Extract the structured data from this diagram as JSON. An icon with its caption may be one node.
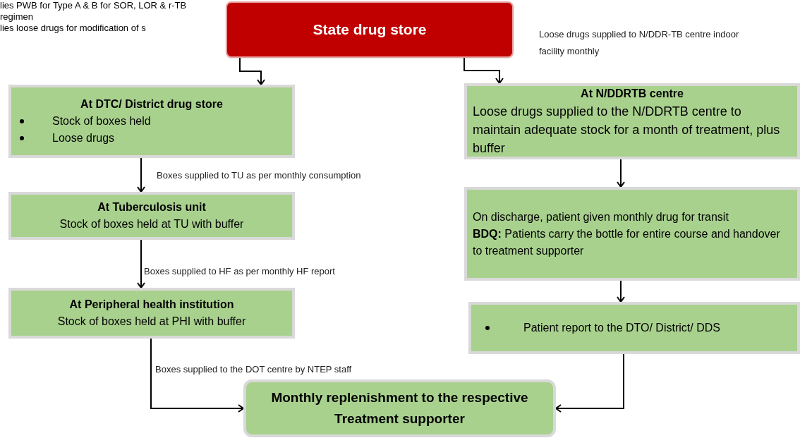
{
  "diagram": {
    "nodes": [
      {
        "text": [
          "State drug store"
        ]
      },
      {
        "text": [
          "At DTC/ District drug store",
          "Stock of  boxes held",
          "Loose drugs"
        ]
      },
      {
        "text": [
          "At Tuberculosis unit",
          "Stock of  boxes held at TU with buffer"
        ]
      },
      {
        "text": [
          "At Peripheral health institution",
          "Stock of boxes held at PHI with buffer"
        ]
      },
      {
        "text": [
          "At N/DDRTB centre",
          "Loose drugs supplied to the N/DDRTB centre to maintain adequate stock for a month of treatment, plus buffer"
        ]
      },
      {
        "text": [
          "On discharge, patient given monthly drug for transit",
          "**BDQ:** Patients carry the bottle for entire course and handover to treatment supporter"
        ]
      },
      {
        "text": [
          "Patient report to the DTO/ District/ DDS"
        ]
      },
      {
        "text": [
          "Monthly replenishment to the respective Treatment supporter"
        ]
      }
    ],
    "edges": [
      {
        "from": 0,
        "to": 1,
        "arrow": "to"
      },
      {
        "from": 0,
        "to": 4,
        "arrow": "to",
        "label": "Loose drugs supplied to N/DDR-TB centre indoor facility monthly"
      },
      {
        "from": 1,
        "to": 2,
        "arrow": "to",
        "label": "Boxes supplied to TU  as per monthly consumption"
      },
      {
        "from": 2,
        "to": 3,
        "arrow": "to",
        "label": "Boxes supplied to HF as per monthly HF report"
      },
      {
        "from": 3,
        "to": 7,
        "arrow": "to",
        "label": "Boxes supplied to the DOT  centre  by NTEP staff"
      },
      {
        "from": 4,
        "to": 5,
        "arrow": "to"
      },
      {
        "from": 5,
        "to": 6,
        "arrow": "to"
      },
      {
        "from": 6,
        "to": 7,
        "arrow": "to"
      }
    ],
    "labels": [
      "lies PWB for Type A & B for SOR, LOR & r-TB regimen",
      "lies loose drugs for modification of s"
    ]
  }
}
